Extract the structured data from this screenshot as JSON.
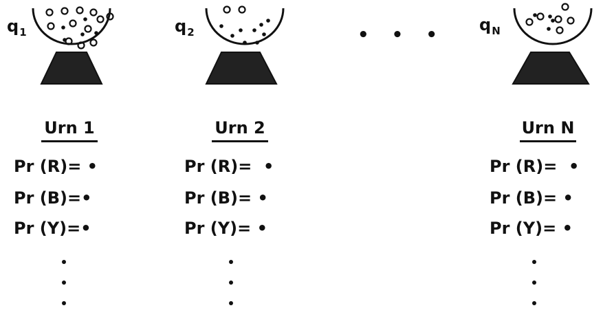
{
  "urns": [
    {
      "q_letter": "q",
      "q_sub": "1",
      "title": "Urn 1",
      "probs": [
        {
          "label": "Pr (R)=",
          "value": "•"
        },
        {
          "label": "Pr (B)=",
          "value": "•"
        },
        {
          "label": "Pr (Y)=",
          "value": "•"
        }
      ]
    },
    {
      "q_letter": "q",
      "q_sub": "2",
      "title": "Urn 2",
      "probs": [
        {
          "label": "Pr (R)=",
          "value": "•"
        },
        {
          "label": "Pr (B)=",
          "value": "•"
        },
        {
          "label": "Pr (Y)=",
          "value": "•"
        }
      ]
    },
    {
      "q_letter": "q",
      "q_sub": "N",
      "title": "Urn N",
      "probs": [
        {
          "label": "Pr (R)=",
          "value": "•"
        },
        {
          "label": "Pr (B)=",
          "value": "•"
        },
        {
          "label": "Pr (Y)=",
          "value": "•"
        }
      ]
    }
  ],
  "ellipsis": "• • •"
}
